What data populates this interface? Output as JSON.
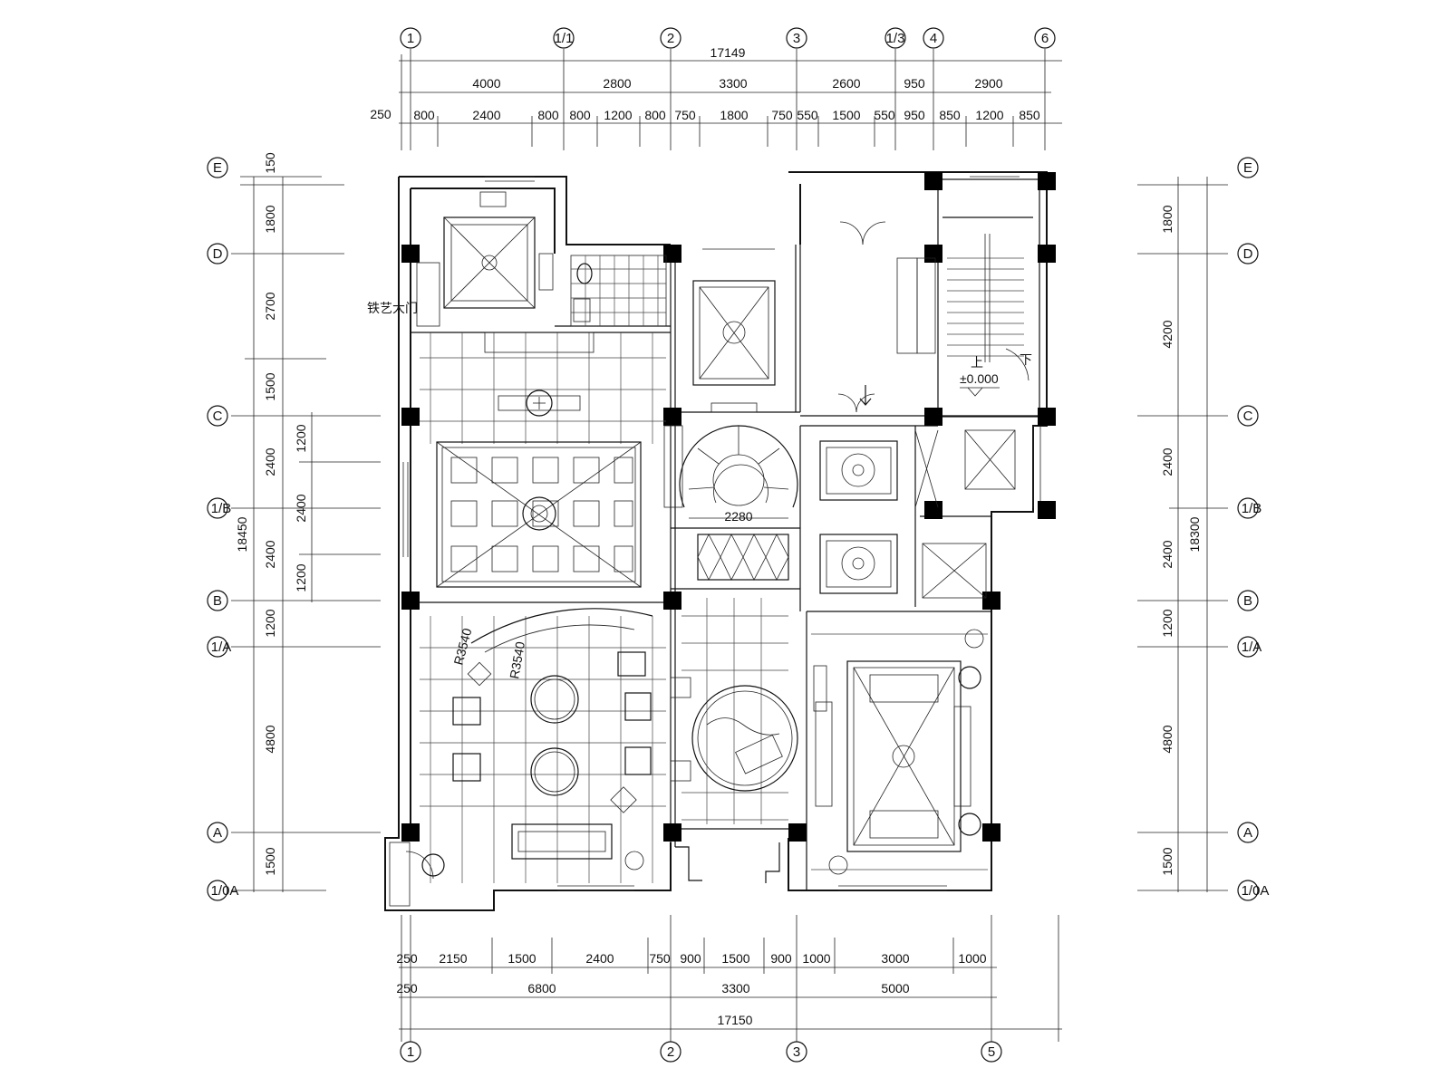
{
  "top_axes": [
    "1",
    "1/1",
    "2",
    "3",
    "1/3",
    "4",
    "6"
  ],
  "top_total": "17149",
  "top_mid": [
    "4000",
    "2800",
    "3300",
    "2600",
    "950",
    "2900"
  ],
  "top_fine": [
    "250",
    "800",
    "2400",
    "800",
    "800",
    "1200",
    "800",
    "750",
    "1800",
    "750",
    "550",
    "1500",
    "550",
    "950",
    "850",
    "1200",
    "850"
  ],
  "bottom_axes": [
    "1",
    "2",
    "3",
    "5"
  ],
  "bottom_total": "17150",
  "bottom_mid": [
    "250",
    "6800",
    "3300",
    "5000"
  ],
  "bottom_fine": [
    "250",
    "2150",
    "1500",
    "2400",
    "750",
    "900",
    "1500",
    "900",
    "1000",
    "3000",
    "1000"
  ],
  "left_axes": [
    "E",
    "D",
    "C",
    "1/B",
    "B",
    "1/A",
    "A",
    "1/0A"
  ],
  "left_total": "18450",
  "left_dims": [
    "150",
    "1800",
    "2700",
    "1500",
    "2400",
    "2400",
    "1200",
    "4800",
    "1500"
  ],
  "left_inner": [
    "1200",
    "2400",
    "1200"
  ],
  "right_axes": [
    "E",
    "D",
    "C",
    "1/B",
    "B",
    "1/A",
    "A",
    "1/0A"
  ],
  "right_total": "18300",
  "right_dims": [
    "1800",
    "4200",
    "2400",
    "2400",
    "1200",
    "4800",
    "1500"
  ],
  "annotations": {
    "elevation": "±0.000",
    "up": "上",
    "down": "下",
    "stair_width": "2280",
    "radius_a": "R3540",
    "radius_b": "R3540",
    "small_note": "铁艺大门"
  },
  "colors": {
    "line": "#111111",
    "background": "#ffffff"
  }
}
